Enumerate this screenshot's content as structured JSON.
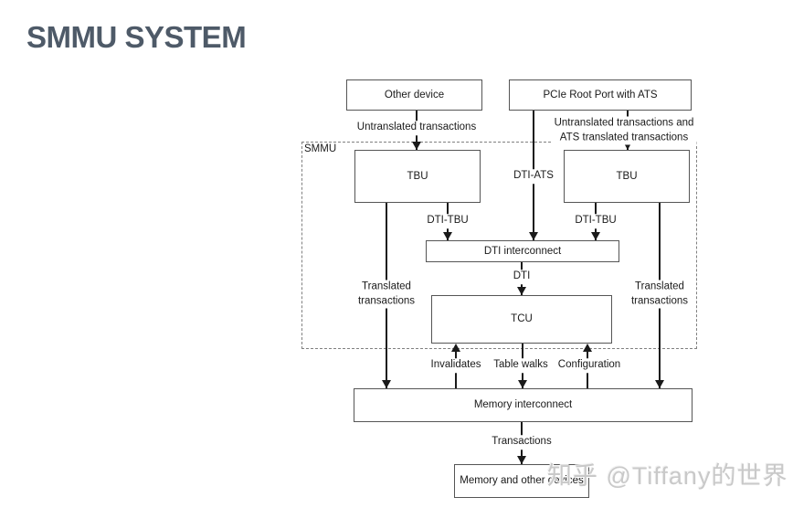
{
  "title": "SMMU SYSTEM",
  "watermark": "知乎 @Tiffany的世界",
  "colors": {
    "title": "#4e5a68",
    "line": "#1a1a1a",
    "box_border": "#555555",
    "watermark": "#c9c9c9"
  },
  "diagram": {
    "nodes": {
      "other_device": "Other device",
      "pcie_root_port": "PCIe Root Port with ATS",
      "smmu": "SMMU",
      "tbu_left": "TBU",
      "tbu_right": "TBU",
      "dti_interconnect": "DTI interconnect",
      "tcu": "TCU",
      "memory_interconnect": "Memory interconnect",
      "memory_devices": "Memory and other devices"
    },
    "edge_labels": {
      "untranslated": "Untranslated transactions",
      "untranslated_ats": "Untranslated transactions and\nATS translated transactions",
      "dti_ats": "DTI-ATS",
      "dti_tbu_left": "DTI-TBU",
      "dti_tbu_right": "DTI-TBU",
      "translated_left": "Translated\ntransactions",
      "translated_right": "Translated\ntransactions",
      "dti": "DTI",
      "invalidates": "Invalidates",
      "table_walks": "Table walks",
      "configuration": "Configuration",
      "transactions": "Transactions"
    }
  }
}
